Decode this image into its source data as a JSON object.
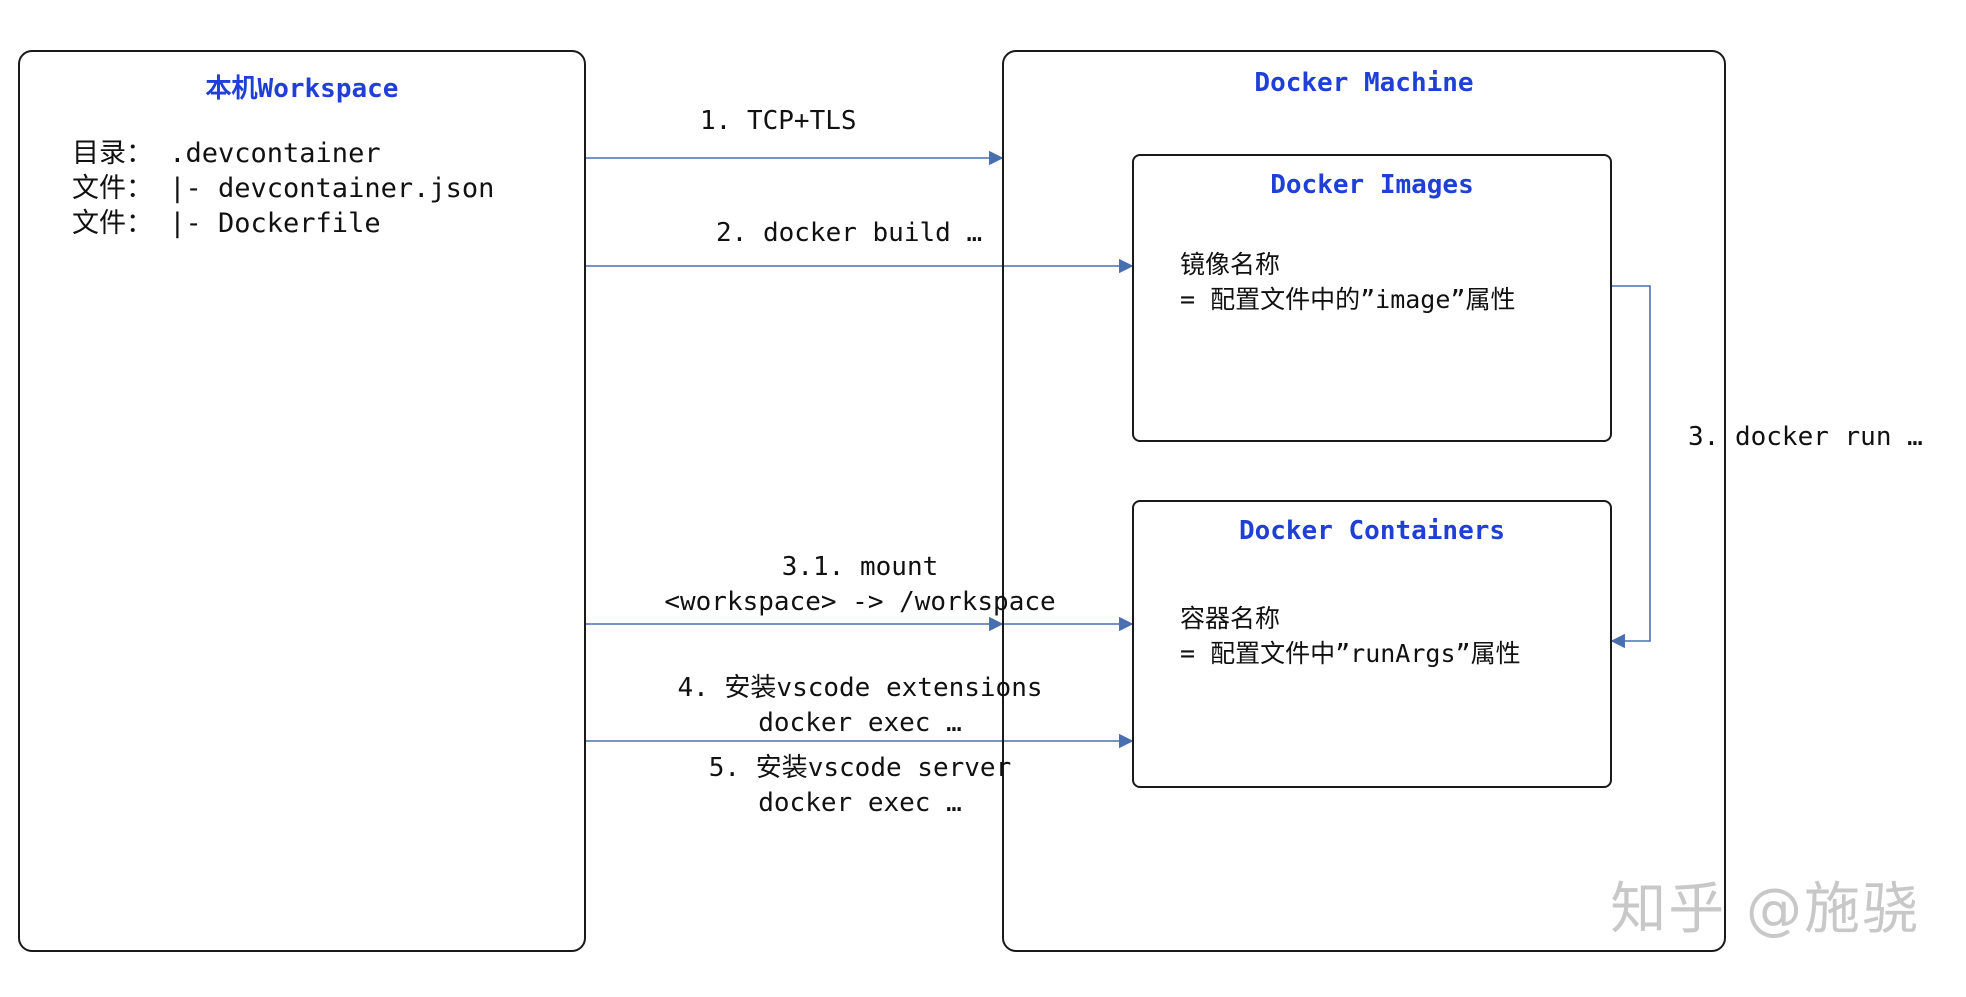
{
  "workspace": {
    "title": "本机Workspace",
    "lines": [
      "目录： .devcontainer",
      "文件： |- devcontainer.json",
      "文件： |- Dockerfile"
    ]
  },
  "machine": {
    "title": "Docker Machine",
    "images": {
      "title": "Docker Images",
      "line1": "镜像名称",
      "line2": "= 配置文件中的”image”属性"
    },
    "containers": {
      "title": "Docker Containers",
      "line1": "容器名称",
      "line2": "= 配置文件中”runArgs”属性"
    }
  },
  "steps": {
    "s1": "1. TCP+TLS",
    "s2": "2. docker build …",
    "s3": "3. docker run …",
    "s31_a": "3.1. mount",
    "s31_b": "<workspace> -> /workspace",
    "s4_a": "4. 安装vscode extensions",
    "s4_b": "docker exec …",
    "s5_a": "5. 安装vscode server",
    "s5_b": "docker exec …"
  },
  "watermark": "知乎 @施骁",
  "colors": {
    "title": "#1f3fd6",
    "arrow": "#4a6fb0"
  }
}
